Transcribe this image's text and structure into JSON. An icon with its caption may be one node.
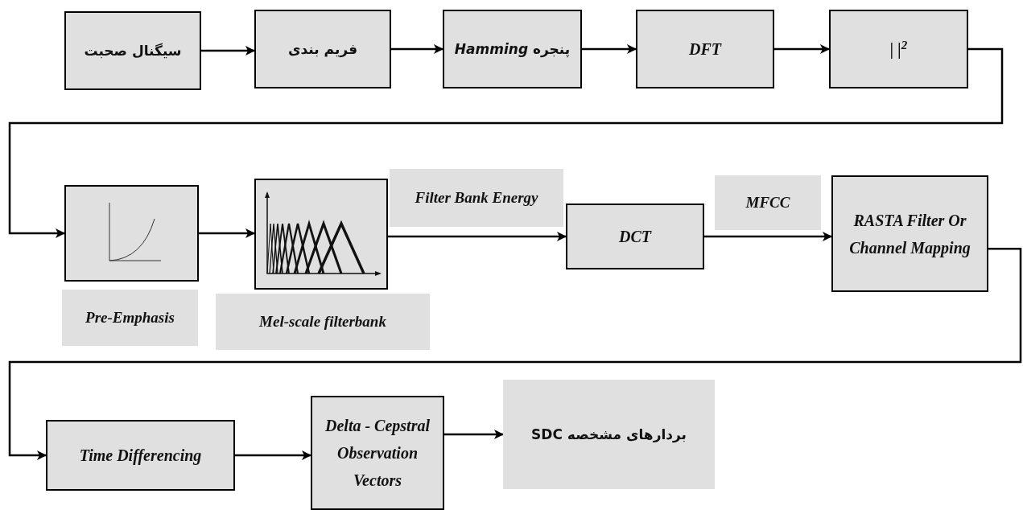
{
  "diagram": {
    "nodes": [
      {
        "text": [
          "سیگنال صحبت"
        ]
      },
      {
        "text": [
          "فریم بندی"
        ]
      },
      {
        "text": [
          "پنجره *Hamming*"
        ]
      },
      {
        "text": [
          "DFT"
        ]
      },
      {
        "text": [
          "| |$^{2}$"
        ]
      },
      {
        "text": [],
        "shape": "picture",
        "beside": [
          "Pre-Emphasis"
        ]
      },
      {
        "text": [],
        "shape": "picture",
        "beside": [
          "Mel-scale filterbank"
        ]
      },
      {
        "text": [
          "DCT"
        ]
      },
      {
        "text": [
          "RASTA Filter Or Channel Mapping"
        ]
      },
      {
        "text": [
          "Time Differencing"
        ]
      },
      {
        "text": [
          "Delta - Cepstral Observation Vectors"
        ]
      },
      {
        "text": [
          "بردارهای مشخصه SDC"
        ]
      }
    ],
    "edges": [
      {
        "from": 0,
        "to": 1,
        "arrow": "to"
      },
      {
        "from": 1,
        "to": 2,
        "arrow": "to"
      },
      {
        "from": 2,
        "to": 3,
        "arrow": "to"
      },
      {
        "from": 3,
        "to": 4,
        "arrow": "to"
      },
      {
        "from": 4,
        "to": 5,
        "arrow": "to"
      },
      {
        "from": 5,
        "to": 6,
        "arrow": "to"
      },
      {
        "from": 6,
        "to": 7,
        "arrow": "to",
        "label": "Filter Bank Energy"
      },
      {
        "from": 7,
        "to": 8,
        "arrow": "to",
        "label": "MFCC"
      },
      {
        "from": 8,
        "to": 9,
        "arrow": "to"
      },
      {
        "from": 9,
        "to": 10,
        "arrow": "to"
      },
      {
        "from": 10,
        "to": 11,
        "arrow": "to"
      }
    ]
  }
}
